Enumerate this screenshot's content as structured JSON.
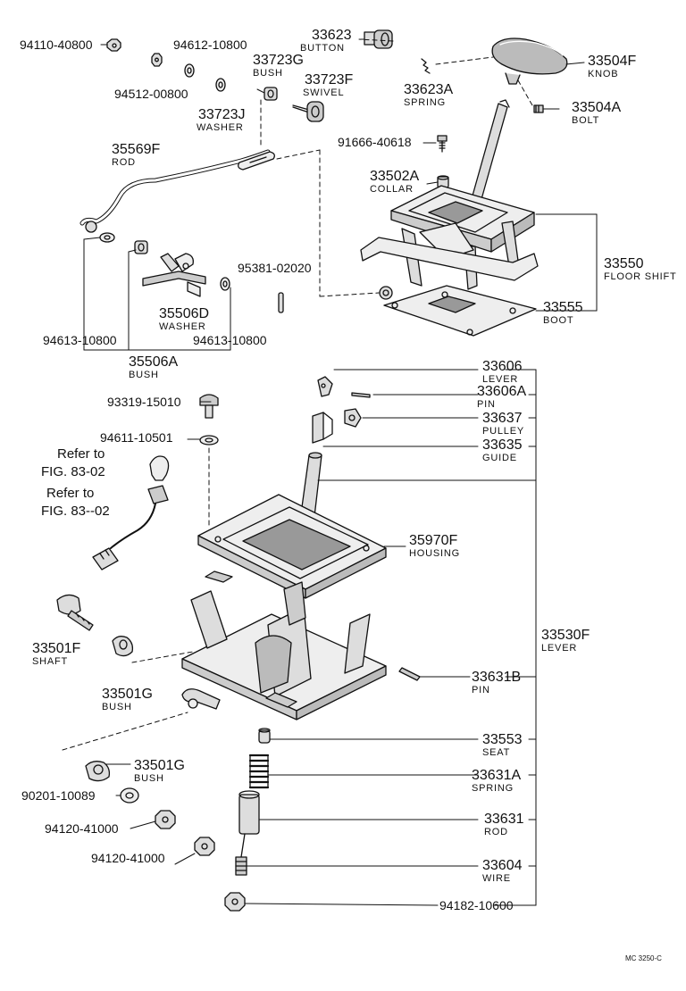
{
  "labels": {
    "p94110_40800": "94110-40800",
    "p94612_10800": "94612-10800",
    "p94512_00800": "94512-00800",
    "p33623": "33623",
    "p33623_name": "BUTTON",
    "p33723G": "33723G",
    "p33723G_name": "BUSH",
    "p33723F": "33723F",
    "p33723F_name": "SWIVEL",
    "p33723J": "33723J",
    "p33723J_name": "WASHER",
    "p33504F": "33504F",
    "p33504F_name": "KNOB",
    "p33623A": "33623A",
    "p33623A_name": "SPRING",
    "p33504A": "33504A",
    "p33504A_name": "BOLT",
    "p35569F": "35569F",
    "p35569F_name": "ROD",
    "p91666_40618": "91666-40618",
    "p33502A": "33502A",
    "p33502A_name": "COLLAR",
    "p95381_02020": "95381-02020",
    "p33550": "33550",
    "p33550_name": "FLOOR SHIFT",
    "p35506D": "35506D",
    "p35506D_name": "WASHER",
    "p33555": "33555",
    "p33555_name": "BOOT",
    "p94613_10800_a": "94613-10800",
    "p94613_10800_b": "94613-10800",
    "p35506A": "35506A",
    "p35506A_name": "BUSH",
    "p33606": "33606",
    "p33606_name": "LEVER",
    "p33606A": "33606A",
    "p33606A_name": "PIN",
    "p93319_15010": "93319-15010",
    "p33637": "33637",
    "p33637_name": "PULLEY",
    "p94611_10501": "94611-10501",
    "p33635": "33635",
    "p33635_name": "GUIDE",
    "ref1_a": "Refer to",
    "ref1_b": "FIG. 83-02",
    "ref2_a": "Refer to",
    "ref2_b": "FIG. 83--02",
    "p35970F": "35970F",
    "p35970F_name": "HOUSING",
    "p33501F": "33501F",
    "p33501F_name": "SHAFT",
    "p33530F": "33530F",
    "p33530F_name": "LEVER",
    "p33501G_a": "33501G",
    "p33501G_a_name": "BUSH",
    "p33631B": "33631B",
    "p33631B_name": "PIN",
    "p33553": "33553",
    "p33553_name": "SEAT",
    "p33501G_b": "33501G",
    "p33501G_b_name": "BUSH",
    "p33631A": "33631A",
    "p33631A_name": "SPRING",
    "p90201_10089": "90201-10089",
    "p94120_41000_a": "94120-41000",
    "p33631": "33631",
    "p33631_name": "ROD",
    "p94120_41000_b": "94120-41000",
    "p33604": "33604",
    "p33604_name": "WIRE",
    "p94182_10600": "94182-10600",
    "figure_code": "MC 3250-C"
  }
}
